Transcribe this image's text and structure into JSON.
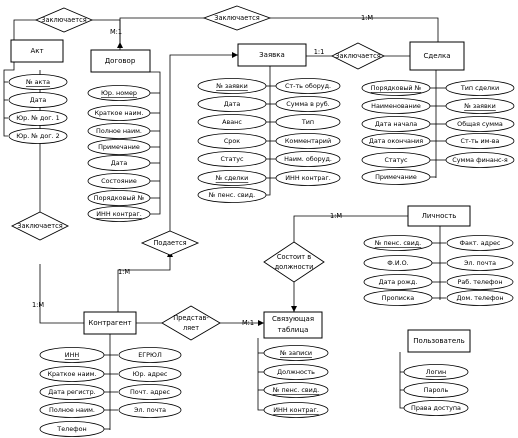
{
  "entities": {
    "akt": "Акт",
    "dogovor": "Договор",
    "zayavka": "Заявка",
    "sdelka": "Сделка",
    "kontragent": "Контрагент",
    "svyaz1": "Связующая",
    "svyaz2": "таблица",
    "lichnost": "Личность",
    "polzovatel": "Пользователь"
  },
  "relations": {
    "top_left": "Заключается",
    "top_center": "Заключается",
    "mid": "Заключается",
    "left": "Заключается",
    "podaetsya": "Подается",
    "sostoit1": "Состоит в",
    "sostoit2": "должности",
    "pred1": "Представ-",
    "pred2": "ляет"
  },
  "cardinalities": {
    "top": "1:M",
    "m1_dogovor": "M:1",
    "one_one": "1:1",
    "left_1m": "1:M",
    "kontr_1m": "1:M",
    "m1_svyaz": "M:1",
    "lich_1m": "1:M"
  },
  "akt_attrs": [
    {
      "text": "№ акта",
      "key": true
    },
    {
      "text": "Дата",
      "key": false
    },
    {
      "text": "Юр. № дог. 1",
      "key": false
    },
    {
      "text": "Юр. № дог. 2",
      "key": false
    }
  ],
  "dogovor_attrs": [
    {
      "text": "Юр. номер",
      "key": true
    },
    {
      "text": "Краткое наим.",
      "key": false
    },
    {
      "text": "Полное наим.",
      "key": false
    },
    {
      "text": "Примечание",
      "key": false
    },
    {
      "text": "Дата",
      "key": false
    },
    {
      "text": "Состояние",
      "key": false
    },
    {
      "text": "Порядковый №",
      "key": false
    },
    {
      "text": "ИНН контраг.",
      "key": true
    }
  ],
  "zayavka_left": [
    {
      "text": "№ заявки",
      "key": true
    },
    {
      "text": "Дата",
      "key": false
    },
    {
      "text": "Аванс",
      "key": false
    },
    {
      "text": "Срок",
      "key": false
    },
    {
      "text": "Статус",
      "key": false
    },
    {
      "text": "№ сделки",
      "key": true
    },
    {
      "text": "№ пенс. свид.",
      "key": false
    }
  ],
  "zayavka_right": [
    {
      "text": "Ст-ть оборуд.",
      "key": false
    },
    {
      "text": "Сумма в руб.",
      "key": false
    },
    {
      "text": "Тип",
      "key": false
    },
    {
      "text": "Комментарий",
      "key": false
    },
    {
      "text": "Наим. оборуд.",
      "key": false
    },
    {
      "text": "ИНН контраг.",
      "key": false
    }
  ],
  "sdelka_left": [
    {
      "text": "Порядковый №",
      "key": true
    },
    {
      "text": "Наименование",
      "key": false
    },
    {
      "text": "Дата начала",
      "key": false
    },
    {
      "text": "Дата окончания",
      "key": false
    },
    {
      "text": "Статус",
      "key": false
    },
    {
      "text": "Примечание",
      "key": false
    }
  ],
  "sdelka_right": [
    {
      "text": "Тип сделки",
      "key": false
    },
    {
      "text": "№ заявки",
      "key": true
    },
    {
      "text": "Общая сумма",
      "key": false
    },
    {
      "text": "Ст-ть им-ва",
      "key": false
    },
    {
      "text": "Сумма финанс-я",
      "key": false
    }
  ],
  "lichnost_left": [
    {
      "text": "№ пенс. свид.",
      "key": true
    },
    {
      "text": "Ф.И.О.",
      "key": false
    },
    {
      "text": "Дата рожд.",
      "key": false
    },
    {
      "text": "Прописка",
      "key": false
    }
  ],
  "lichnost_right": [
    {
      "text": "Факт. адрес",
      "key": false
    },
    {
      "text": "Эл. почта",
      "key": false
    },
    {
      "text": "Раб. телефон",
      "key": false
    },
    {
      "text": "Дом. телефон",
      "key": false
    }
  ],
  "kontr_left": [
    {
      "text": "ИНН",
      "key": true
    },
    {
      "text": "Краткое наим.",
      "key": false
    },
    {
      "text": "Дата регистр.",
      "key": false
    },
    {
      "text": "Полное наим.",
      "key": false
    },
    {
      "text": "Телефон",
      "key": false
    }
  ],
  "kontr_right": [
    {
      "text": "ЕГРЮЛ",
      "key": false
    },
    {
      "text": "Юр. адрес",
      "key": false
    },
    {
      "text": "Почт. адрес",
      "key": false
    },
    {
      "text": "Эл. почта",
      "key": false
    }
  ],
  "svyaz_attrs": [
    {
      "text": "№ записи",
      "key": true
    },
    {
      "text": "Должность",
      "key": false
    },
    {
      "text": "№ пенс. свид.",
      "key": true
    },
    {
      "text": "ИНН контраг.",
      "key": true
    }
  ],
  "polz_attrs": [
    {
      "text": "Логин",
      "key": true
    },
    {
      "text": "Пароль",
      "key": false
    },
    {
      "text": "Права доступа",
      "key": false
    }
  ]
}
